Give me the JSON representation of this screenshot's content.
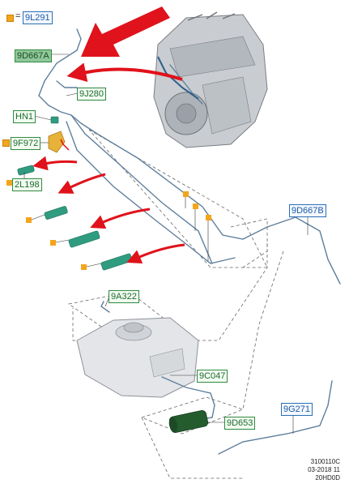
{
  "legend": {
    "equals_sign": "=",
    "code": "9L291",
    "color": "#f3a51b"
  },
  "callouts": {
    "c_9D667A": "9D667A",
    "c_9J280": "9J280",
    "c_HN1": "HN1",
    "c_9F972": "9F972",
    "c_2L198": "2L198",
    "c_9D667B": "9D667B",
    "c_9A322": "9A322",
    "c_9C047": "9C047",
    "c_9D653": "9D653",
    "c_9G271": "9G271"
  },
  "footer": {
    "line1": "3100110C",
    "line2": "03-2018 11",
    "line3": "20HD0D"
  },
  "colors": {
    "arrow_red": "#e0121b",
    "callout_blue": "#2a6fb8",
    "callout_green": "#2e8b3e",
    "pipe": "#5f7f9c",
    "marker_orange": "#f3a51b",
    "connector_green": "#2f9c80"
  }
}
